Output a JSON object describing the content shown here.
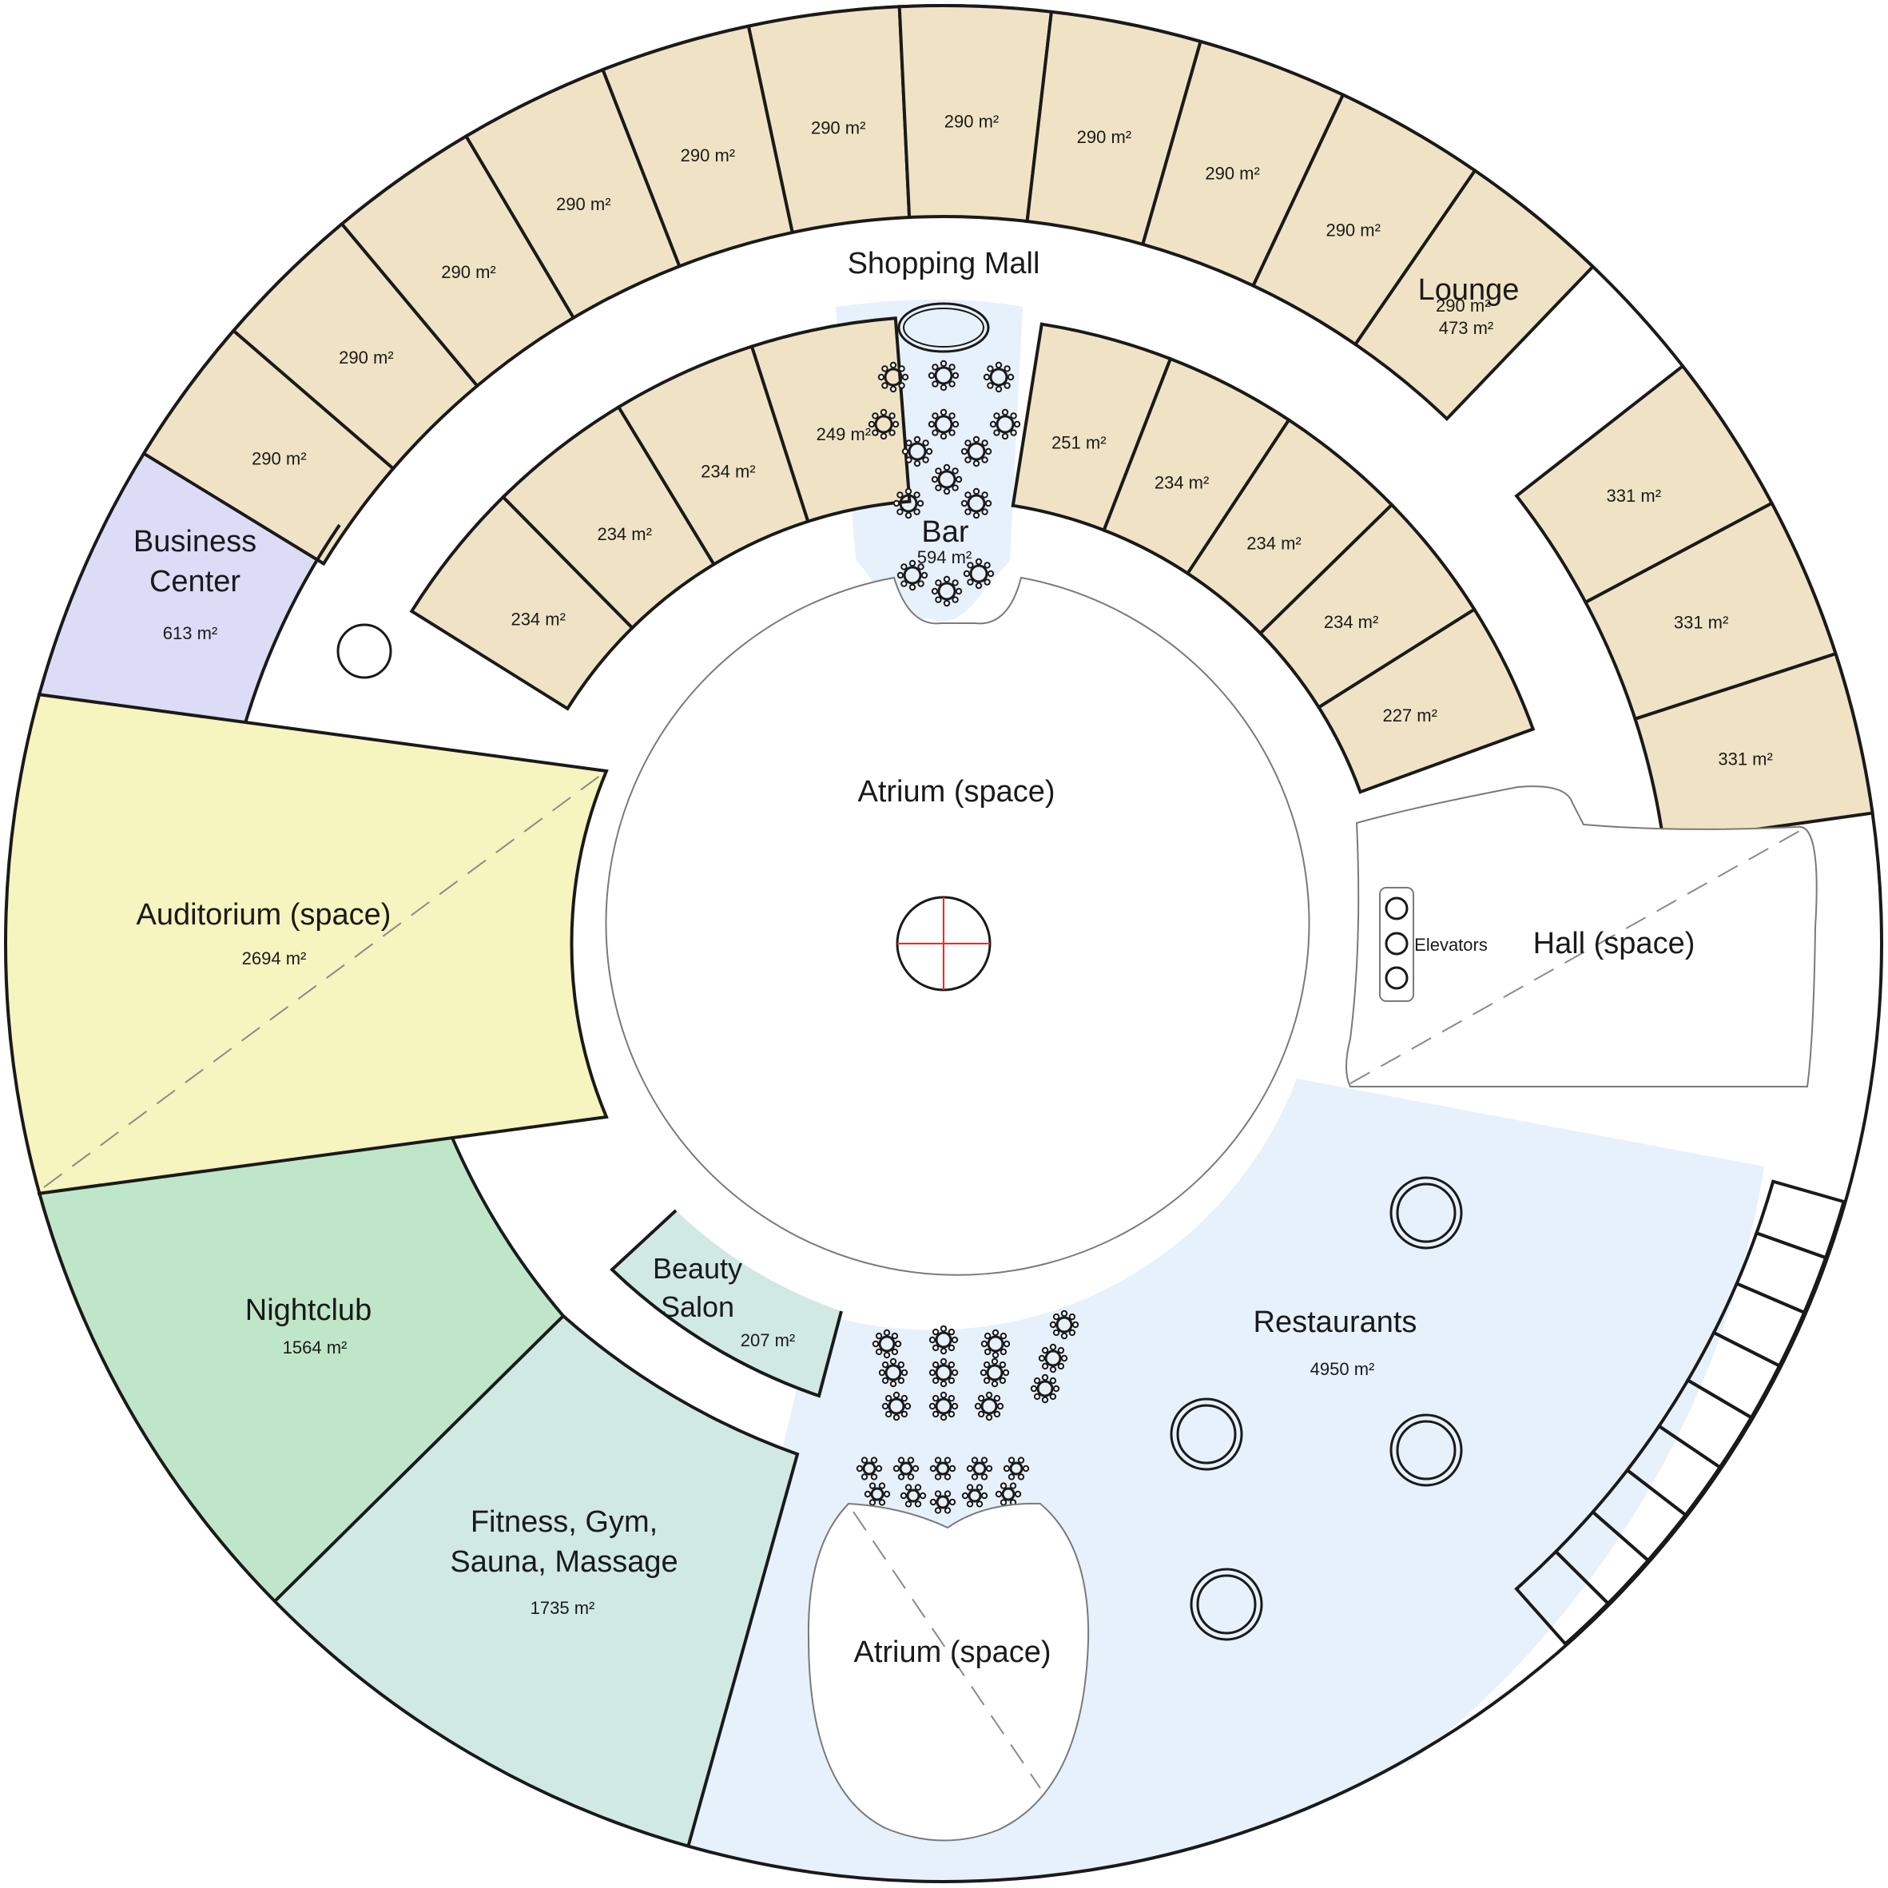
{
  "colors": {
    "shop": "#f0e3c5",
    "business_center": "#dcdcf7",
    "auditorium": "#f6f4bf",
    "nightclub": "#bfe6c8",
    "fitness": "#d0e9e3",
    "beauty_salon": "#d0e9e3",
    "restaurants": "#e6f1fc",
    "bar": "#e6f1fc",
    "outline": "#1a1a1a",
    "center_mark": "#e03030"
  },
  "outer_shops": [
    "290 m²",
    "290 m²",
    "290 m²",
    "290 m²",
    "290 m²",
    "290 m²",
    "290 m²",
    "290 m²",
    "290 m²",
    "290 m²",
    "290 m²"
  ],
  "inner_shops_left": [
    "234 m²",
    "234 m²",
    "234 m²",
    "249 m²"
  ],
  "inner_shops_right": [
    "251 m²",
    "234 m²",
    "234 m²",
    "234 m²",
    "227 m²"
  ],
  "lounge_shops": [
    "331 m²",
    "331 m²",
    "331 m²"
  ],
  "labels": {
    "shopping_mall": "Shopping Mall",
    "lounge": "Lounge",
    "lounge_area": "473 m²",
    "business_center_line1": "Business",
    "business_center_line2": "Center",
    "business_center_area": "613 m²",
    "bar": "Bar",
    "bar_area": "594 m²",
    "atrium_main": "Atrium (space)",
    "auditorium": "Auditorium (space)",
    "auditorium_area": "2694 m²",
    "elevators": "Elevators",
    "hall": "Hall (space)",
    "nightclub": "Nightclub",
    "nightclub_area": "1564 m²",
    "beauty_line1": "Beauty",
    "beauty_line2": "Salon",
    "beauty_area": "207 m²",
    "restaurants": "Restaurants",
    "restaurants_area": "4950 m²",
    "fitness_line1": "Fitness, Gym,",
    "fitness_line2": "Sauna, Massage",
    "fitness_area": "1735 m²",
    "atrium_lower": "Atrium (space)"
  }
}
